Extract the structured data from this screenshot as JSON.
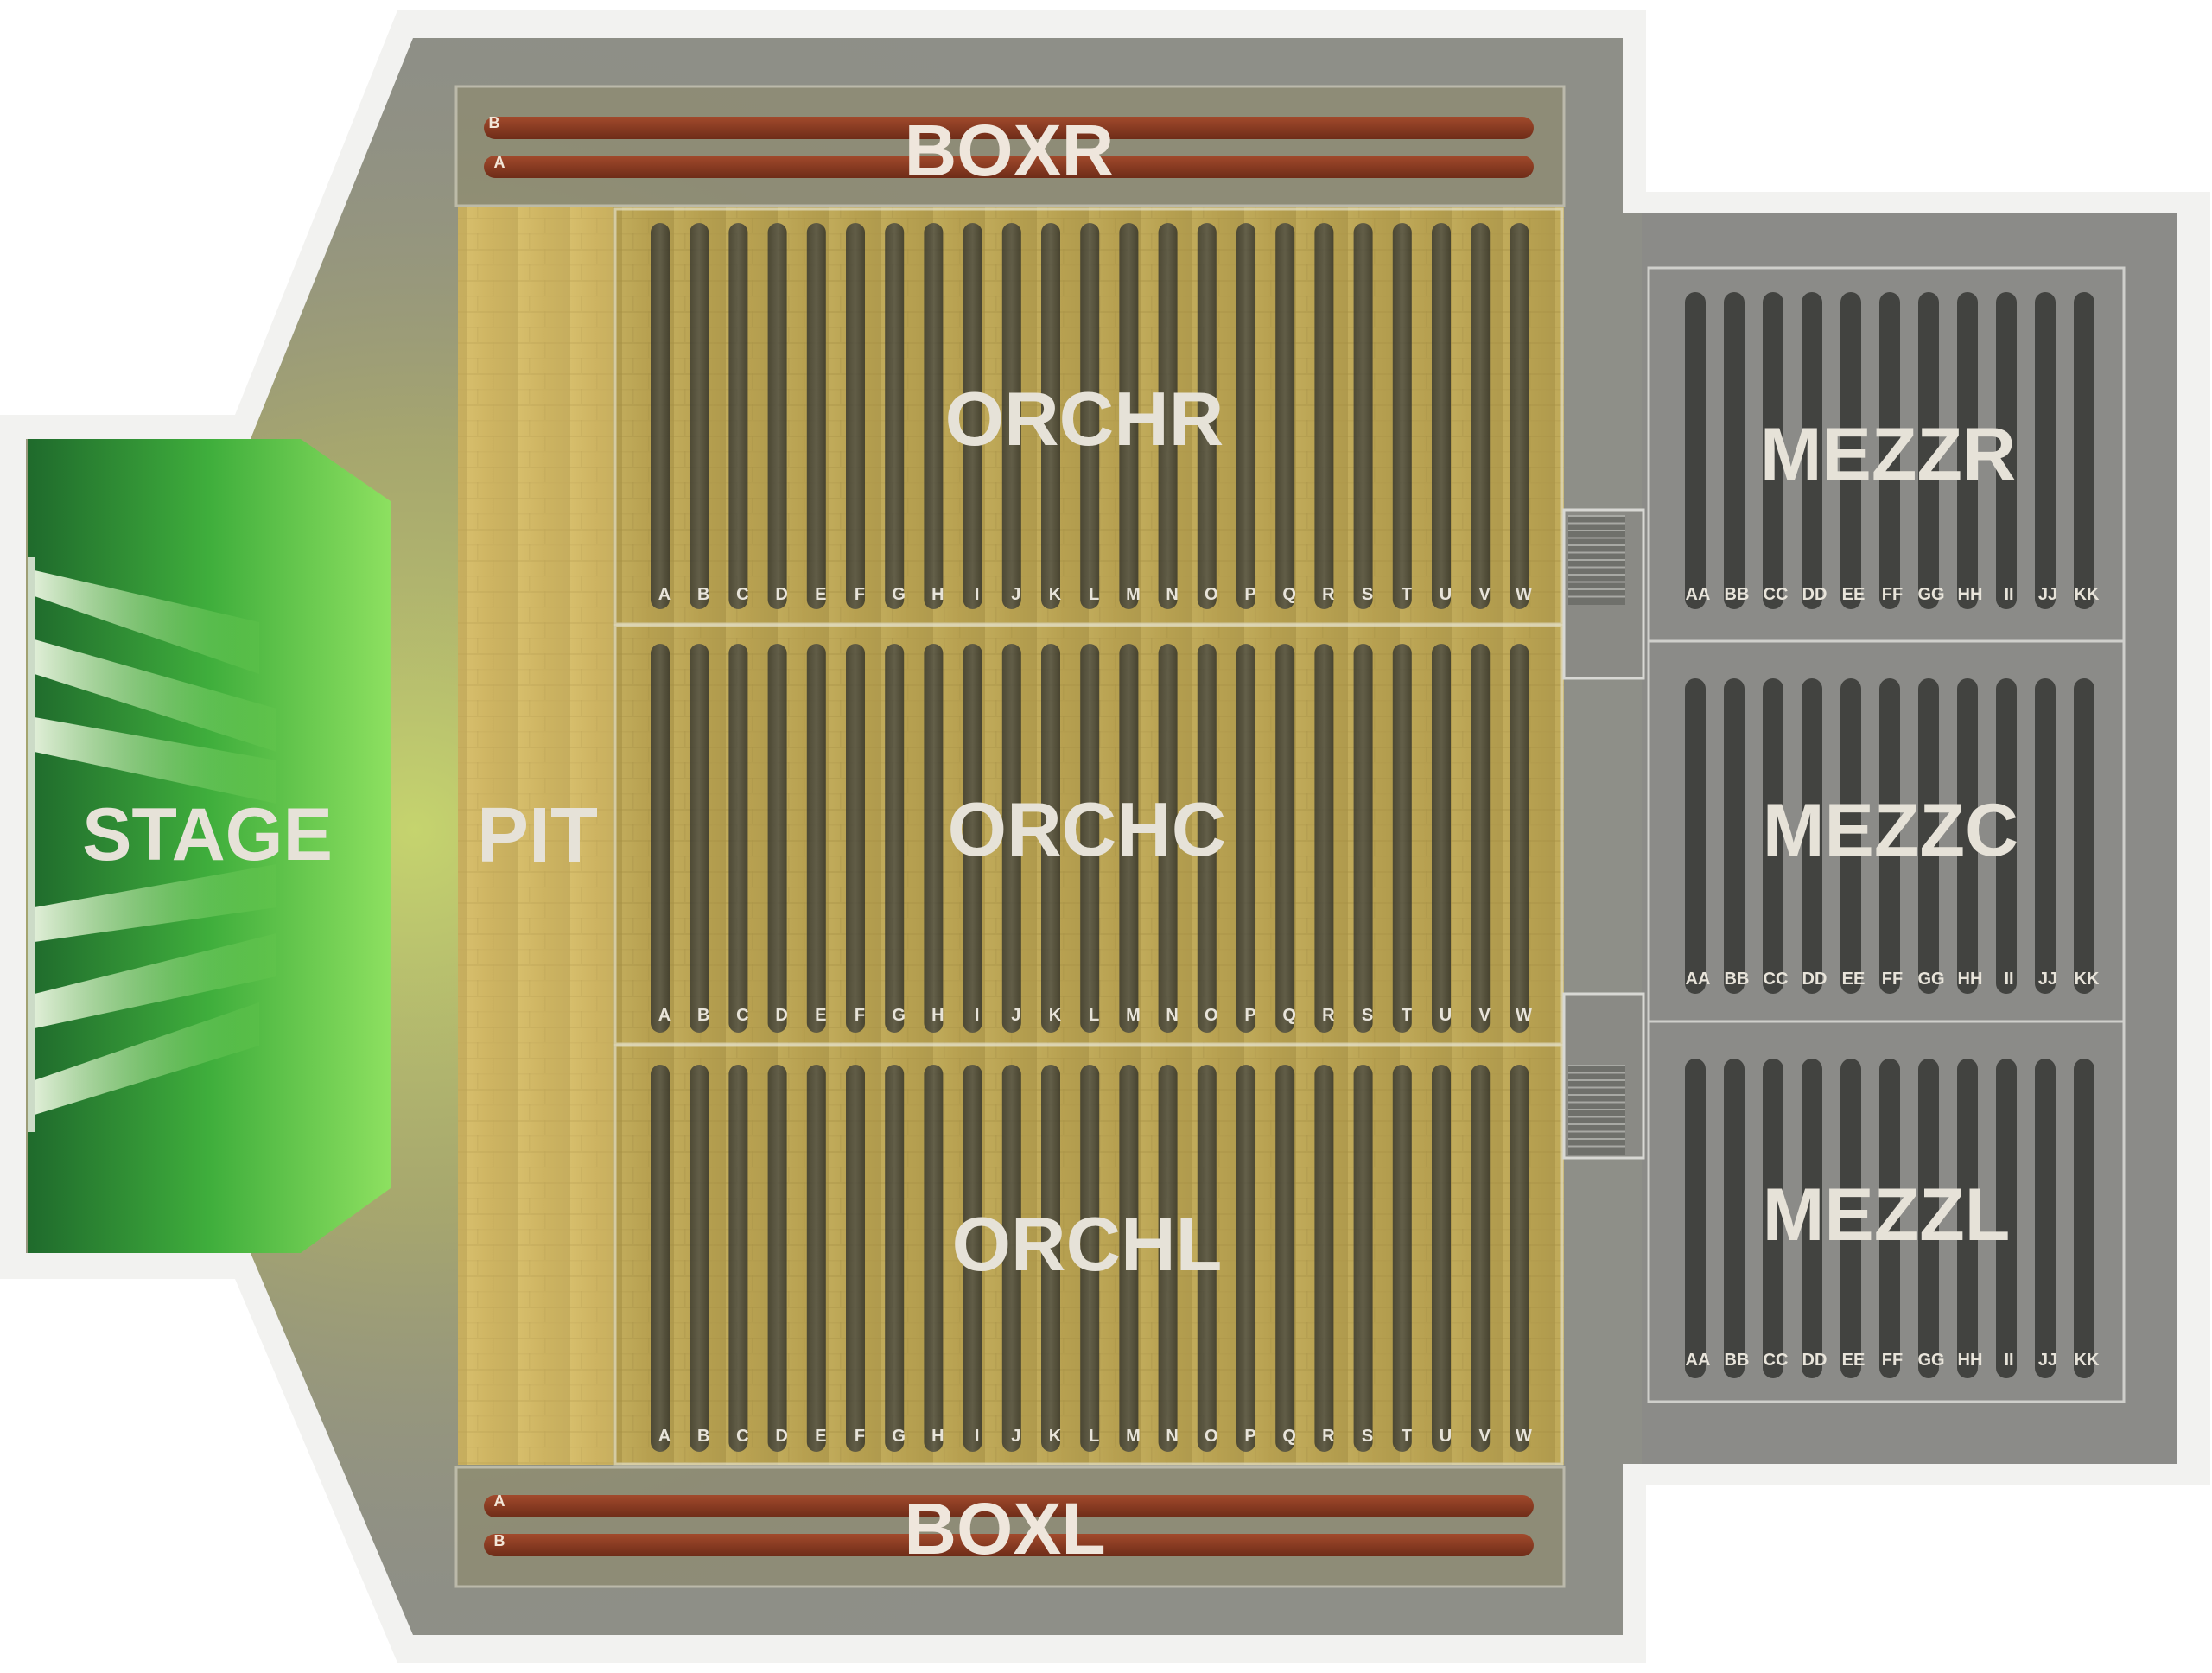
{
  "venue_map": {
    "stage": {
      "label": "STAGE"
    },
    "pit": {
      "label": "PIT"
    },
    "sections": {
      "boxr": {
        "label": "BOXR",
        "rows": [
          "B",
          "A"
        ]
      },
      "boxl": {
        "label": "BOXL",
        "rows": [
          "A",
          "B"
        ]
      },
      "orchr": {
        "label": "ORCHR"
      },
      "orchc": {
        "label": "ORCHC"
      },
      "orchl": {
        "label": "ORCHL"
      },
      "mezzr": {
        "label": "MEZZR"
      },
      "mezzc": {
        "label": "MEZZC"
      },
      "mezzl": {
        "label": "MEZZL"
      }
    },
    "orchestra_rows": [
      "A",
      "B",
      "C",
      "D",
      "E",
      "F",
      "G",
      "H",
      "I",
      "J",
      "K",
      "L",
      "M",
      "N",
      "O",
      "P",
      "Q",
      "R",
      "S",
      "T",
      "U",
      "V",
      "W"
    ],
    "mezzanine_rows": [
      "AA",
      "BB",
      "CC",
      "DD",
      "EE",
      "FF",
      "GG",
      "HH",
      "II",
      "JJ",
      "KK"
    ]
  },
  "colors": {
    "stage_green": "#7ed957",
    "pit_wood": "#c7a35e",
    "orchestra_tint": "#9a9a4a",
    "mezzanine_gray": "#8a8a88",
    "box_row_red": "#8a3a22",
    "concrete": "#8e8f88"
  }
}
